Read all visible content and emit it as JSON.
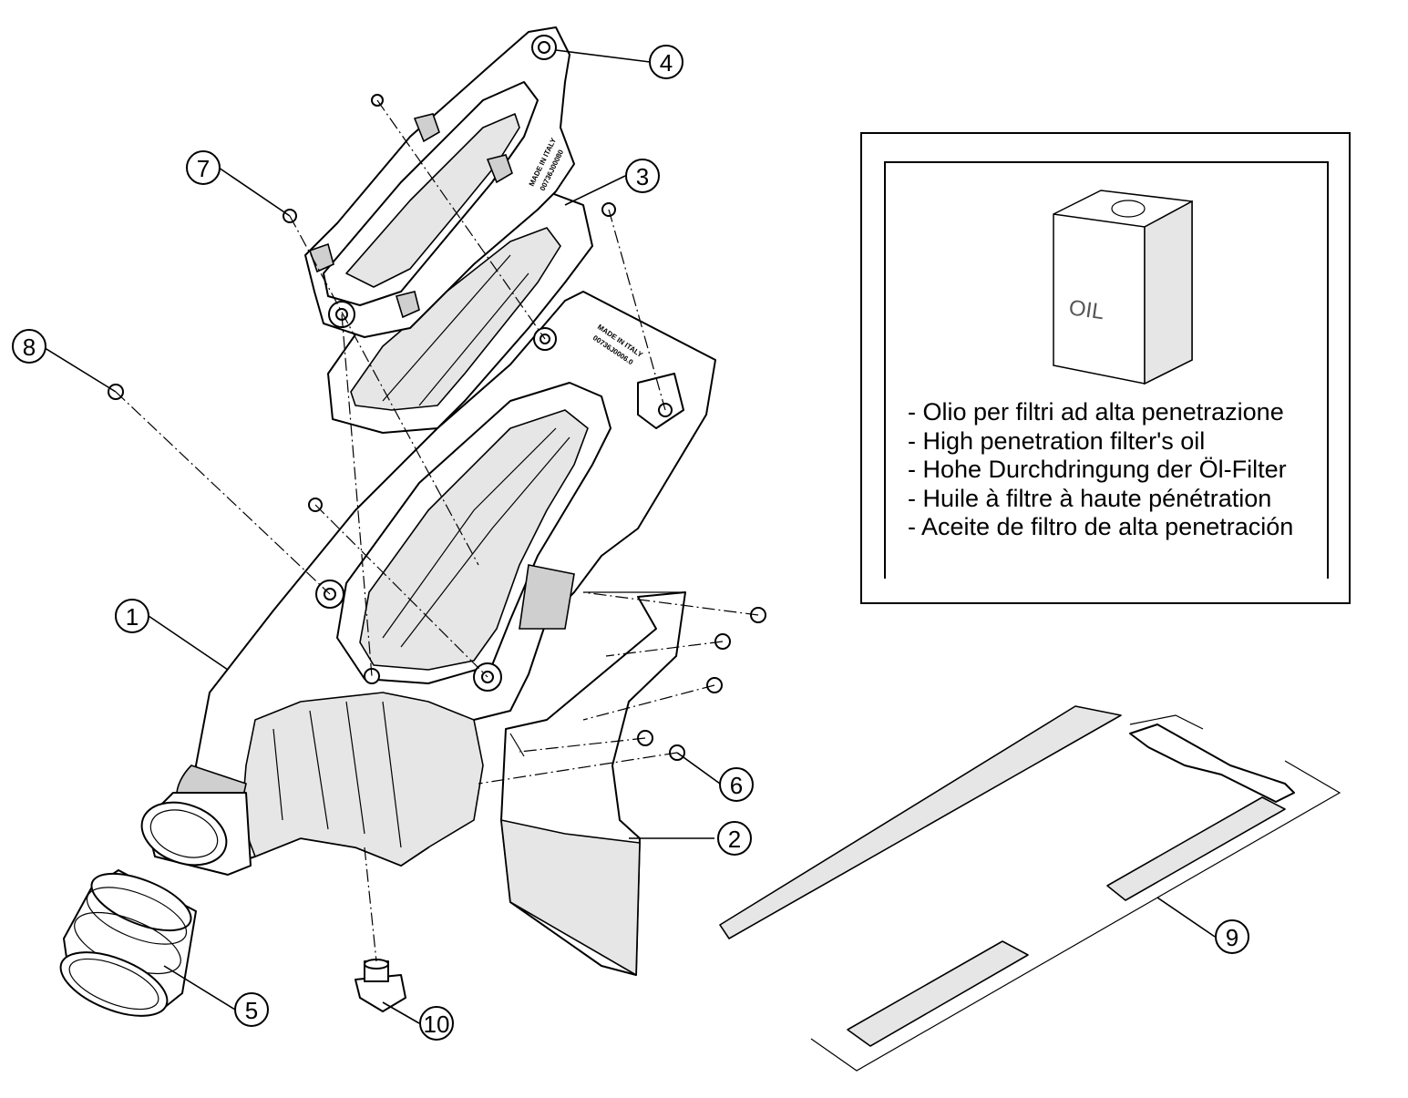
{
  "callouts": [
    {
      "number": "1",
      "part": "airbox"
    },
    {
      "number": "2",
      "part": "mud-flap"
    },
    {
      "number": "3",
      "part": "filter-cage"
    },
    {
      "number": "4",
      "part": "filter-frame"
    },
    {
      "number": "5",
      "part": "intake-sleeve"
    },
    {
      "number": "6",
      "part": "screws"
    },
    {
      "number": "7",
      "part": "screw"
    },
    {
      "number": "8",
      "part": "screw"
    },
    {
      "number": "9",
      "part": "adhesive-strips"
    },
    {
      "number": "10",
      "part": "drain-plug"
    }
  ],
  "part_markings": {
    "frame_marking": [
      "MADE IN ITALY",
      "00736J00080"
    ],
    "airbox_marking": [
      "MADE IN ITALY",
      "00736J0006.0"
    ]
  },
  "legend": {
    "oil_can_label": "OIL",
    "lines": [
      "- Olio per filtri ad alta penetrazione",
      "- High penetration filter's oil",
      "- Hohe Durchdringung der Öl-Filter",
      "- Huile à filtre à haute pénétration",
      "- Aceite de filtro de alta penetración"
    ]
  }
}
